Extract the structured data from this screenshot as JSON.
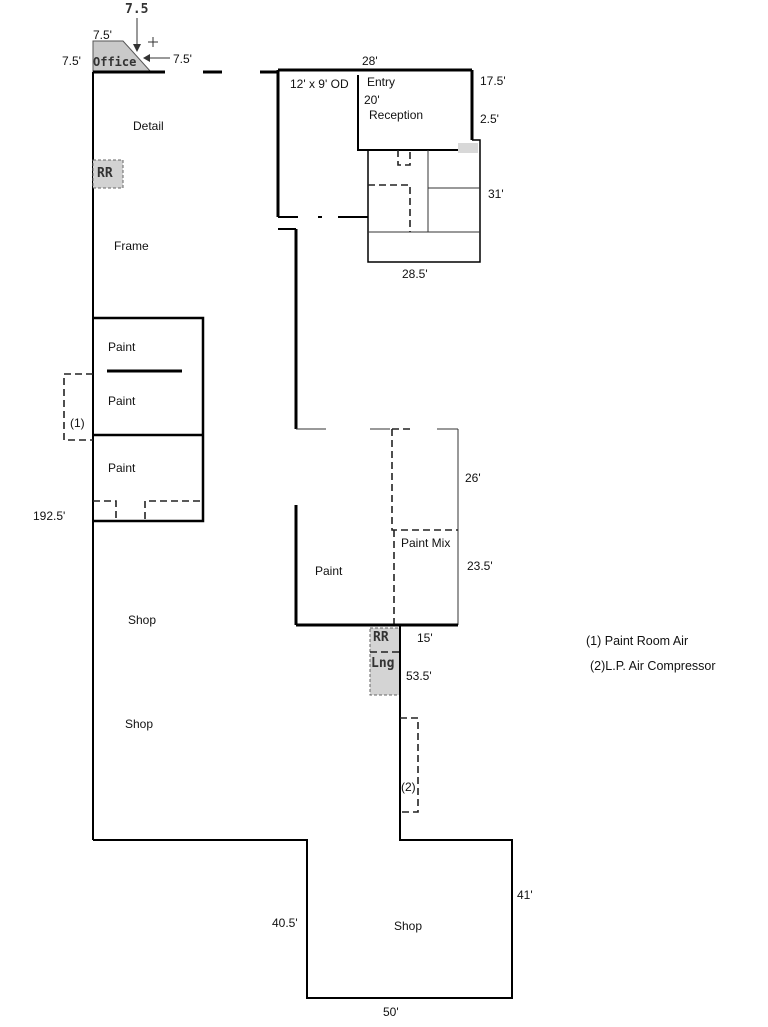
{
  "rooms": {
    "office": "Office",
    "detail": "Detail",
    "rr_top": "RR",
    "frame": "Frame",
    "paint_1": "Paint",
    "paint_2": "Paint",
    "paint_3": "Paint",
    "paint_center": "Paint",
    "paint_mix": "Paint Mix",
    "shop_1": "Shop",
    "shop_2": "Shop",
    "shop_bottom": "Shop",
    "entry": "Entry",
    "reception": "Reception",
    "overhead_door": "12' x 9' OD",
    "rr_mid": "RR",
    "lng": "Lng",
    "marker_1": "(1)",
    "marker_2": "(2)"
  },
  "dimensions": {
    "office_top": "7.5",
    "office_upper_left": "7.5'",
    "office_left": "7.5'",
    "office_right": "7.5'",
    "front_top": "28'",
    "entry_depth": "20'",
    "front_right": "17.5'",
    "jog": "2.5'",
    "east_wing": "31'",
    "east_wing_bottom": "28.5'",
    "left_wall": "192.5'",
    "mix_upper": "26'",
    "mix_lower": "23.5'",
    "corridor_top": "15'",
    "corridor": "53.5'",
    "bottom_left": "40.5'",
    "bottom_right": "41'",
    "bottom": "50'"
  },
  "legend": [
    "(1) Paint Room Air",
    "(2)L.P. Air Compressor"
  ]
}
